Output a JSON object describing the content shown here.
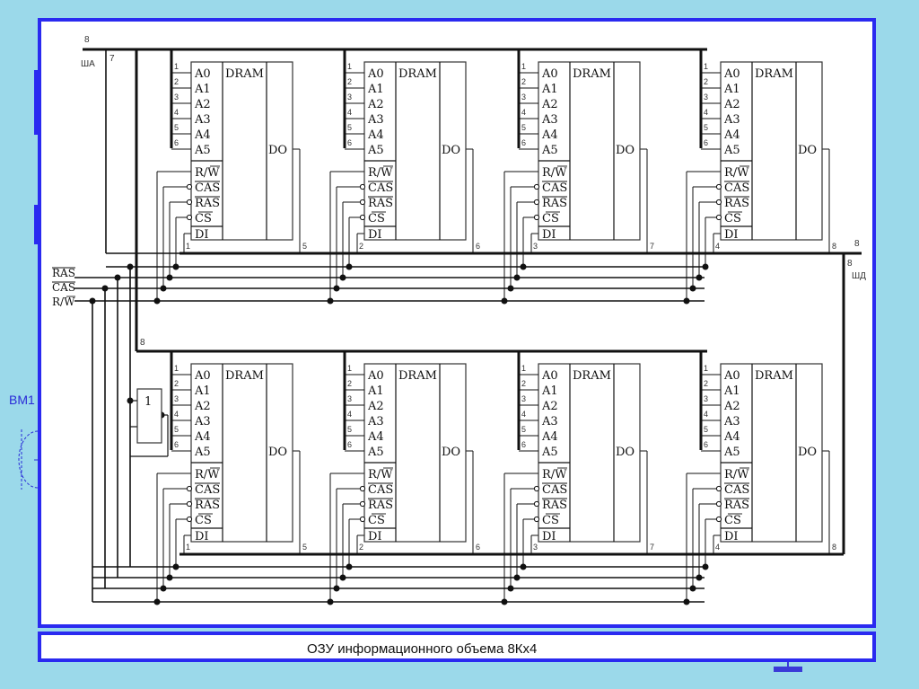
{
  "caption": "ОЗУ информационного объема 8Кх4",
  "side_label": "ВМ1",
  "buses": {
    "address": {
      "label": "ША",
      "width": "8",
      "tap": "7"
    },
    "address_lower": {
      "width": "8"
    },
    "data": {
      "label": "ШД",
      "width": "8",
      "tap": "8"
    }
  },
  "control_signals": [
    {
      "label": "RAS",
      "inverted": true
    },
    {
      "label": "CAS",
      "inverted": true
    },
    {
      "label": "R/W",
      "inverted_part": "W"
    }
  ],
  "inverter": {
    "label": "1"
  },
  "chip": {
    "title": "DRAM",
    "address_pins": [
      "A0",
      "A1",
      "A2",
      "A3",
      "A4",
      "A5"
    ],
    "address_pin_numbers": [
      "1",
      "2",
      "3",
      "4",
      "5",
      "6"
    ],
    "control_pins": [
      "R/W",
      "CAS",
      "RAS",
      "CS",
      "DI"
    ],
    "output_pin": "DO"
  },
  "rows": [
    {
      "name": "top",
      "chips": [
        {
          "di_bit": "1",
          "do_bit": "5"
        },
        {
          "di_bit": "2",
          "do_bit": "6"
        },
        {
          "di_bit": "3",
          "do_bit": "7"
        },
        {
          "di_bit": "4",
          "do_bit": "8"
        }
      ]
    },
    {
      "name": "bottom",
      "chips": [
        {
          "di_bit": "1",
          "do_bit": "5"
        },
        {
          "di_bit": "2",
          "do_bit": "6"
        },
        {
          "di_bit": "3",
          "do_bit": "7"
        },
        {
          "di_bit": "4",
          "do_bit": "8"
        }
      ]
    }
  ],
  "colors": {
    "background": "#9bd9ea",
    "frame": "#2a2af0",
    "wire": "#111111"
  }
}
